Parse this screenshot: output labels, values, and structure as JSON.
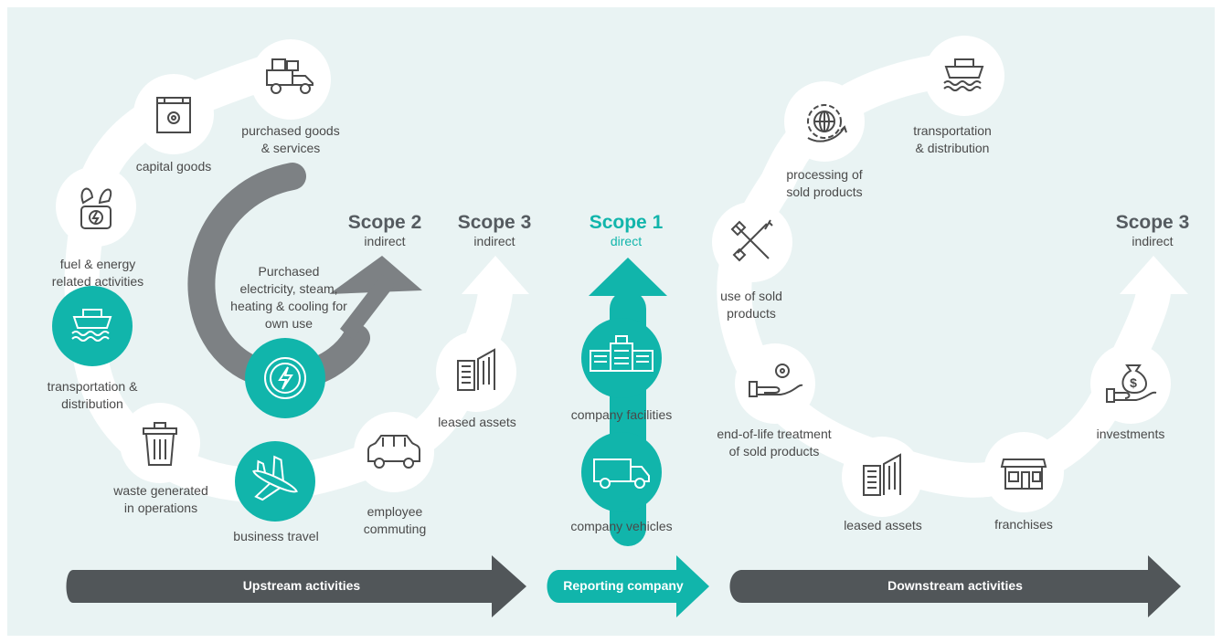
{
  "colors": {
    "teal": "#11b5ab",
    "grey": "#7d8184",
    "dark": "#515659",
    "path": "#ffffff",
    "background": "#e9f3f3"
  },
  "upstream": {
    "purchased_goods": "purchased goods\n& services",
    "capital_goods": "capital goods",
    "fuel_energy": "fuel & energy\nrelated activities",
    "transportation": "transportation &\ndistribution",
    "waste": "waste generated\nin operations",
    "business_travel": "business travel",
    "employee_commuting": "employee\ncommuting",
    "leased_assets": "leased assets"
  },
  "scope2": {
    "title": "Scope 2",
    "subtitle": "indirect",
    "description": "Purchased\nelectricity, steam,\nheating & cooling for\nown use"
  },
  "scope3_upstream": {
    "title": "Scope 3",
    "subtitle": "indirect"
  },
  "scope1": {
    "title": "Scope 1",
    "subtitle": "direct",
    "company_facilities": "company facilities",
    "company_vehicles": "company vehicles"
  },
  "downstream": {
    "transportation": "transportation\n& distribution",
    "processing": "processing of\nsold products",
    "use_of_sold": "use of sold\nproducts",
    "end_of_life": "end-of-life treatment\nof sold products",
    "leased_assets": "leased assets",
    "franchises": "franchises",
    "investments": "investments"
  },
  "scope3_downstream": {
    "title": "Scope 3",
    "subtitle": "indirect"
  },
  "bars": {
    "upstream": "Upstream activities",
    "reporting": "Reporting company",
    "downstream": "Downstream activities"
  },
  "icons": {
    "truck": "truck-icon",
    "box": "box-gear-icon",
    "fuel": "fuel-leaf-icon",
    "ship": "ship-icon",
    "trash": "trash-icon",
    "plane": "airplane-icon",
    "car": "car-icon",
    "building": "building-icon",
    "energy": "energy-icon",
    "factory": "factory-icon",
    "globe": "globe-gear-icon",
    "tools": "tools-icon",
    "hand": "hand-gear-icon",
    "store": "store-icon",
    "money": "money-bag-icon"
  }
}
